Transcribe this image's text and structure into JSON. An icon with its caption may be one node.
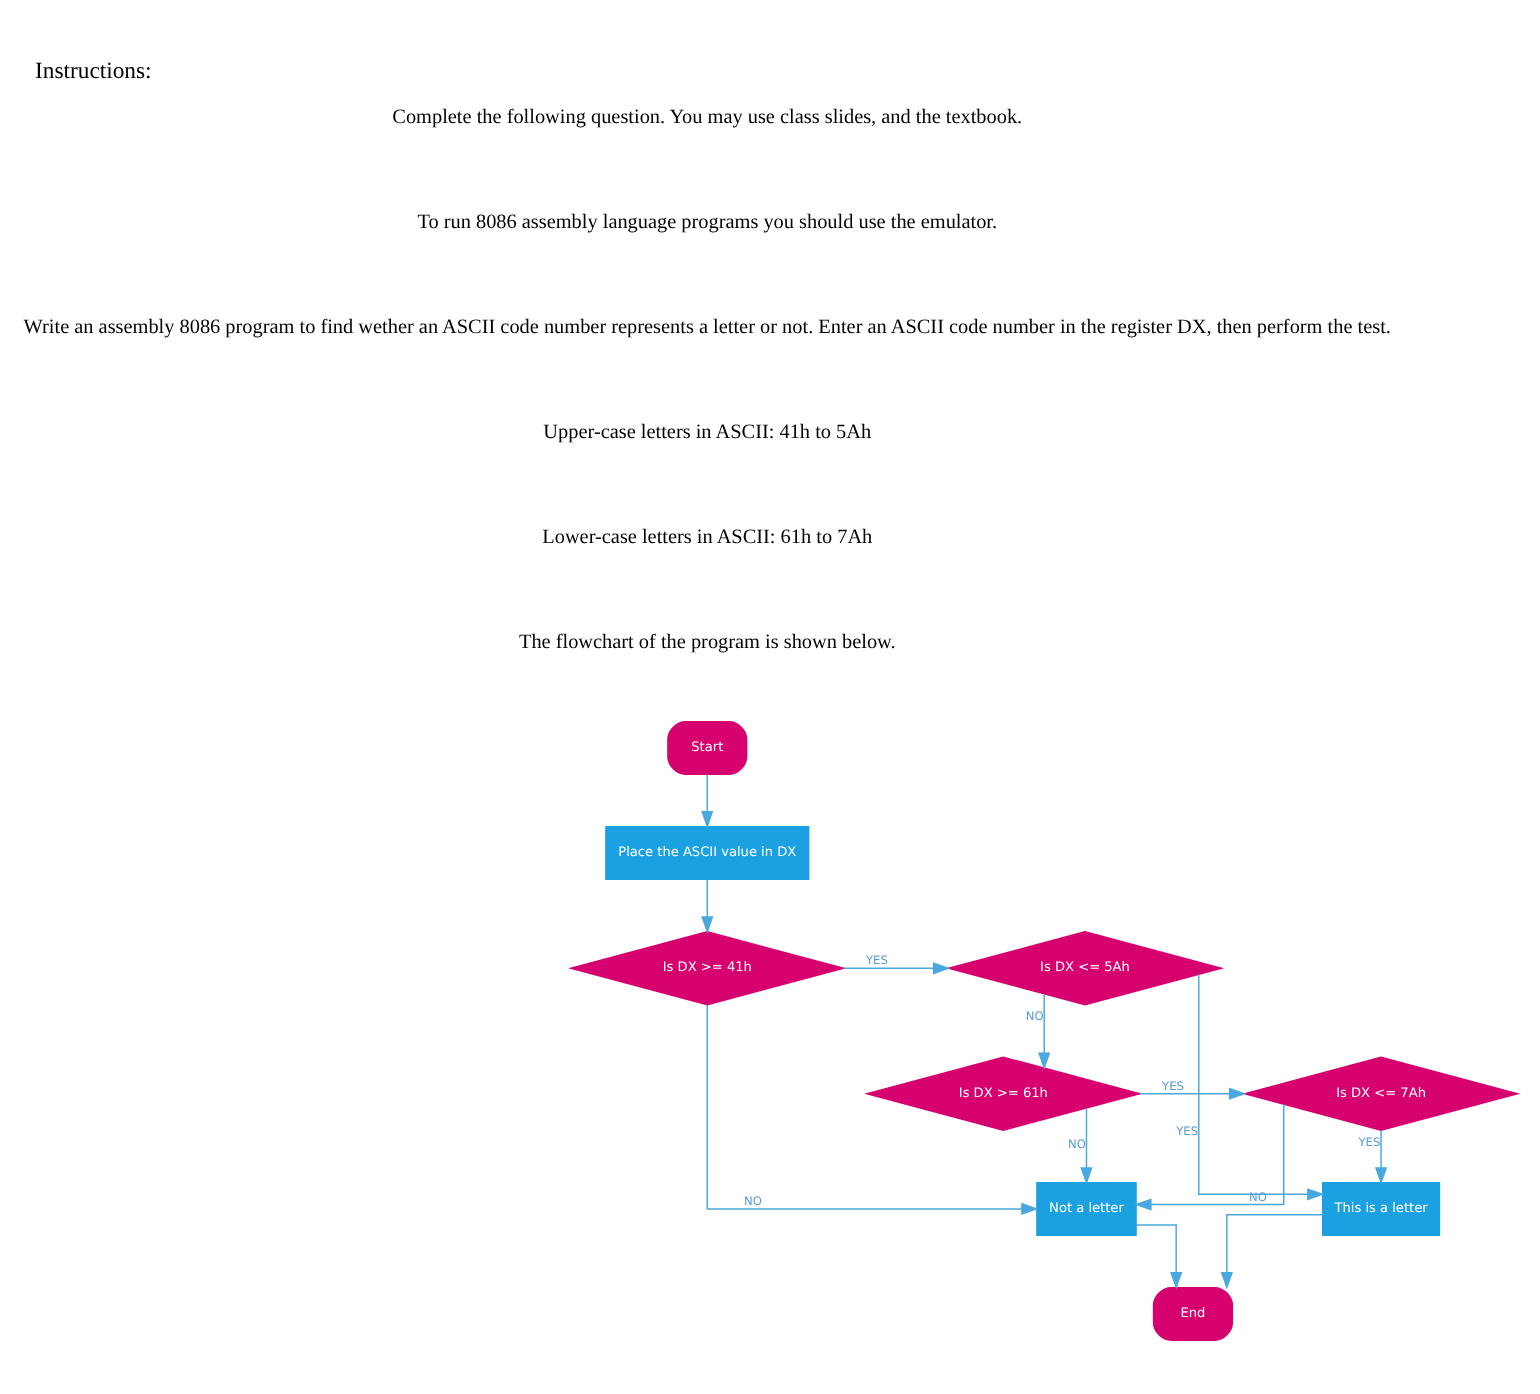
{
  "diagram": {
    "title": "Instructions:",
    "nodes": [
      {
        "text": [
          "Start"
        ]
      },
      {
        "text": [
          "Place the ASCII value in DX"
        ]
      },
      {
        "text": [
          "Is DX >= 41h"
        ]
      },
      {
        "text": [
          "Is DX <= 5Ah"
        ]
      },
      {
        "text": [
          "Is DX >= 61h"
        ]
      },
      {
        "text": [
          "Is DX <= 7Ah"
        ]
      },
      {
        "text": [
          "Not a letter"
        ]
      },
      {
        "text": [
          "This is a letter"
        ]
      },
      {
        "text": [
          "End"
        ]
      }
    ],
    "edges": [
      {
        "from": 0,
        "to": 1,
        "arrow": "to"
      },
      {
        "from": 1,
        "to": 2,
        "arrow": "to"
      },
      {
        "from": 2,
        "to": 3,
        "arrow": "to",
        "label": "YES"
      },
      {
        "from": 3,
        "to": 7,
        "arrow": "to",
        "label": "YES"
      },
      {
        "from": 2,
        "to": 6,
        "arrow": "to",
        "label": "NO"
      },
      {
        "from": 3,
        "to": 4,
        "arrow": "to",
        "label": "NO"
      },
      {
        "from": 4,
        "to": 5,
        "arrow": "to",
        "label": "YES"
      },
      {
        "from": 4,
        "to": 6,
        "arrow": "to",
        "label": "NO"
      },
      {
        "from": 5,
        "to": 7,
        "arrow": "to",
        "label": "YES"
      },
      {
        "from": 5,
        "to": 6,
        "arrow": "to",
        "label": "NO"
      },
      {
        "from": 6,
        "to": 8,
        "arrow": "to"
      },
      {
        "from": 7,
        "to": 8,
        "arrow": "to"
      }
    ],
    "labels": [
      "Complete the following question. You may use class slides, and the textbook.",
      "To run 8086 assembly language programs you should use the emulator.",
      "Write an assembly 8086 program to find wether an ASCII code number represents a letter or not. Enter an ASCII code number in the register DX, then perform the test.",
      "Upper-case letters in ASCII: 41h to 5Ah",
      "Lower-case letters in ASCII: 61h to 7Ah",
      "The flowchart of the program is shown below."
    ]
  }
}
